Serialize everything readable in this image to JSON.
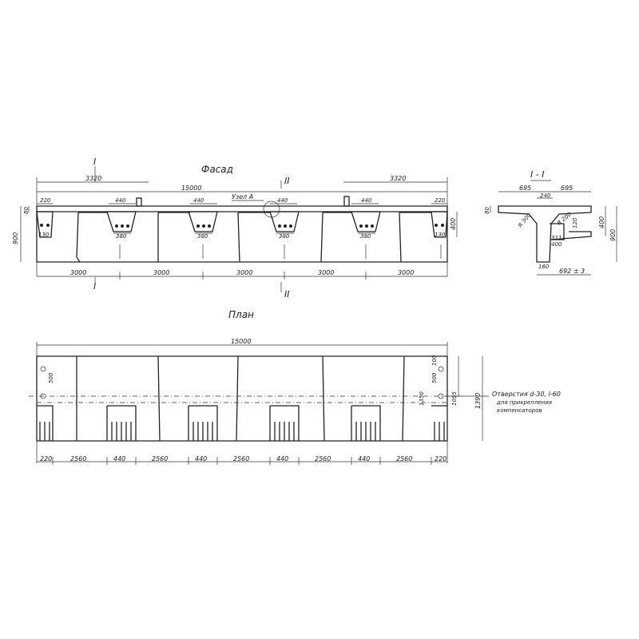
{
  "facade": {
    "title": "Фасад",
    "section_I": "I",
    "section_II": "II",
    "node_label": "Узел А",
    "dim_total": "15000",
    "dim_3320_left": "3320",
    "dim_3320_right": "3320",
    "dim_220_left": "220",
    "dim_220_right": "220",
    "dim_440": "440",
    "dim_380": "380",
    "dim_130": "130",
    "dim_80": "80",
    "dim_900": "900",
    "dim_400": "400",
    "dim_3000": "3000"
  },
  "section": {
    "title": "I - I",
    "dim_695_left": "695",
    "dim_695_right": "695",
    "dim_240": "240",
    "dim_80": "80",
    "dim_400": "400",
    "dim_900": "900",
    "dim_r300": "R 300",
    "dim_r200": "R 200",
    "dim_120": "120",
    "dim_311": "311",
    "dim_400b": "400",
    "dim_160": "160",
    "dim_bottom": "692 ± 3"
  },
  "plan": {
    "title": "План",
    "dim_total": "15000",
    "dim_500_left": "500",
    "dim_500_right": "500",
    "dim_100": "100",
    "dim_1095": "1095",
    "dim_1390": "1390",
    "dim_1350": "1350",
    "hole_note_1": "Отверстия d-30, l-60",
    "hole_note_2": "для прикрепления",
    "hole_note_3": "компенсаторов",
    "bottom_dims": [
      "220",
      "2560",
      "440",
      "2560",
      "440",
      "2560",
      "440",
      "2560",
      "440",
      "2560",
      "220"
    ]
  }
}
